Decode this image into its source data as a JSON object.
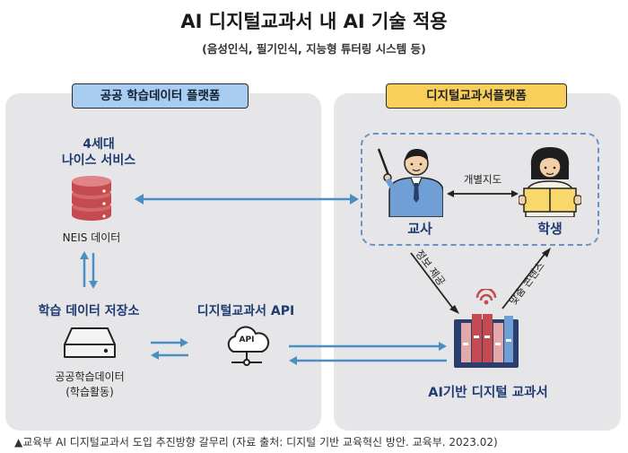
{
  "title": "AI 디지털교과서 내 AI 기술 적용",
  "subtitle": "(음성인식, 필기인식, 지능형 튜터링 시스템 등)",
  "left_panel": {
    "tag": "공공 학습데이터 플랫폼",
    "neis_title": "4세대\n나이스 서비스",
    "neis_data": "NEIS 데이터",
    "storage_title": "학습 데이터 저장소",
    "storage_label": "공공학습데이터\n(학습활동)",
    "api_title": "디지털교과서 API",
    "api_badge": "API"
  },
  "right_panel": {
    "tag": "디지털교과서플랫폼",
    "teacher": "교사",
    "student": "학생",
    "individual_guidance": "개별지도",
    "info_provide": "정보 제공",
    "custom_content": "맞춤 콘텐츠",
    "textbook": "AI기반 디지털 교과서"
  },
  "caption": "▲교육부 AI 디지털교과서 도입 추진방향 갈무리 (자료 출처: 디지털 기반 교육혁신 방안. 교육부. 2023.02)",
  "colors": {
    "panel_bg": "#e6e6e8",
    "blue_tag": "#a9cdf2",
    "yellow_tag": "#f8cf5a",
    "navy_text": "#1f3b73",
    "arrow_blue": "#4a8fc2",
    "database_red": "#c44b4f"
  }
}
